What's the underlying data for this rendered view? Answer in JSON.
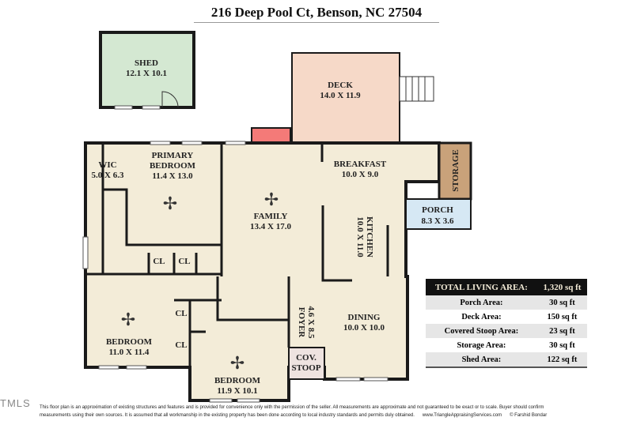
{
  "title": "216 Deep Pool Ct, Benson, NC 27504",
  "colors": {
    "living": "#f3ecd8",
    "shed": "#d4e8d2",
    "deck": "#f6d9c8",
    "storage": "#c9a27a",
    "porch": "#d6e8f4",
    "fireplace": "#f47a78",
    "stoop": "#eee3e0",
    "wall": "#1a1a1a"
  },
  "rooms": {
    "shed": {
      "name": "SHED",
      "dims": "12.1 X 10.1"
    },
    "deck": {
      "name": "DECK",
      "dims": "14.0 X 11.9"
    },
    "wic": {
      "name": "WIC",
      "dims": "5.0 X 6.3"
    },
    "primary": {
      "name1": "PRIMARY",
      "name2": "BEDROOM",
      "dims": "11.4 X 13.0"
    },
    "breakfast": {
      "name": "BREAKFAST",
      "dims": "10.0 X 9.0"
    },
    "storage": {
      "name": "STORAGE"
    },
    "family": {
      "name": "FAMILY",
      "dims": "13.4 X 17.0"
    },
    "kitchen": {
      "name": "KITCHEN",
      "dims": "10.0 X 11.0"
    },
    "porch": {
      "name": "PORCH",
      "dims": "8.3 X 3.6"
    },
    "closet": {
      "name": "CL"
    },
    "bedroom2": {
      "name": "BEDROOM",
      "dims": "11.0 X 11.4"
    },
    "foyer": {
      "name": "FOYER",
      "dims": "4.6 X 8.5"
    },
    "dining": {
      "name": "DINING",
      "dims": "10.0 X 10.0"
    },
    "stoop": {
      "name1": "COV.",
      "name2": "STOOP"
    },
    "bedroom3": {
      "name": "BEDROOM",
      "dims": "11.9 X 10.1"
    }
  },
  "area_table": [
    {
      "label": "Total Living Area:",
      "value": "1,320 sq ft"
    },
    {
      "label": "Porch Area:",
      "value": "30 sq ft"
    },
    {
      "label": "Deck Area:",
      "value": "150 sq ft"
    },
    {
      "label": "Covered Stoop Area:",
      "value": "23 sq ft"
    },
    {
      "label": "Storage Area:",
      "value": "30 sq ft"
    },
    {
      "label": "Shed Area:",
      "value": "122 sq ft"
    }
  ],
  "footer": {
    "line1": "This floor plan is an approximation of existing structures and features and is provided for convenience only with the permission of the seller.  All measurements are approximate and not guaranteed to be exact or to scale.  Buyer should confirm",
    "line2": "measurements using their own sources.  It is assumed that all workmanship in the existing property has been done according to local industry standards and permits duly obtained.",
    "website": "www.TriangleAppraisingServices.com",
    "credit": "© Farshid Bondar"
  },
  "watermark": "TMLS"
}
